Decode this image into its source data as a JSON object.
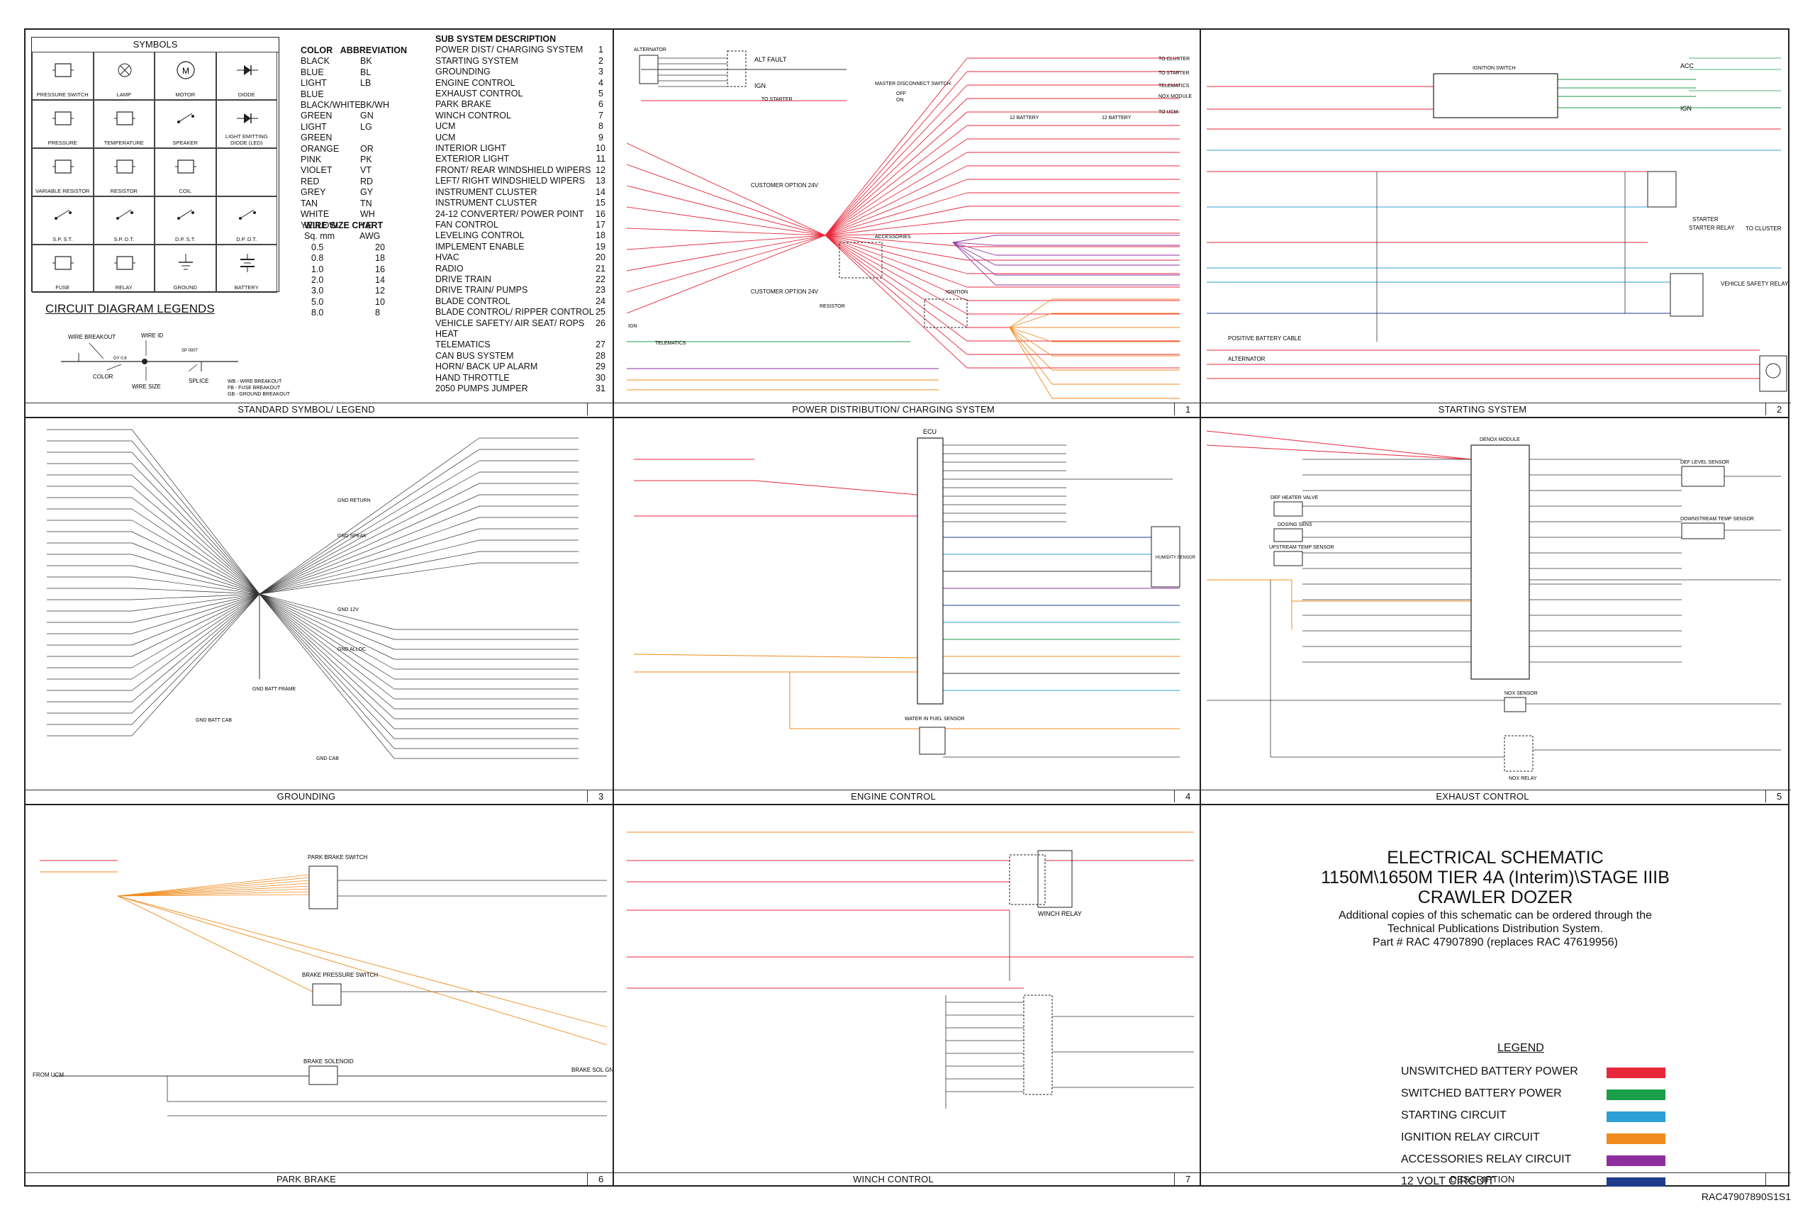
{
  "legend_panel": {
    "symbols_title": "SYMBOLS",
    "symbols": [
      {
        "label": "PRESSURE SWITCH",
        "icon": "pressure-switch-icon"
      },
      {
        "label": "LAMP",
        "icon": "lamp-icon"
      },
      {
        "label": "MOTOR",
        "icon": "motor-icon"
      },
      {
        "label": "DIODE",
        "icon": "diode-icon"
      },
      {
        "label": "PRESSURE",
        "icon": "pressure-icon"
      },
      {
        "label": "TEMPERATURE",
        "icon": "temperature-icon"
      },
      {
        "label": "SPEAKER",
        "icon": "speaker-icon"
      },
      {
        "label": "LIGHT EMITTING DIODE (LED)",
        "icon": "led-icon"
      },
      {
        "label": "VARIABLE RESISTOR",
        "icon": "variable-resistor-icon"
      },
      {
        "label": "RESISTOR",
        "icon": "resistor-icon"
      },
      {
        "label": "COIL",
        "icon": "coil-icon"
      },
      {
        "label": "",
        "icon": "blank"
      },
      {
        "label": "S.P. S.T.",
        "icon": "spst-icon"
      },
      {
        "label": "S.P. D.T.",
        "icon": "spdt-icon"
      },
      {
        "label": "D.P. S.T.",
        "icon": "dpst-icon"
      },
      {
        "label": "D.P. D.T.",
        "icon": "dpdt-icon"
      },
      {
        "label": "FUSE",
        "icon": "fuse-icon"
      },
      {
        "label": "RELAY",
        "icon": "relay-icon"
      },
      {
        "label": "GROUND",
        "icon": "ground-icon"
      },
      {
        "label": "BATTERY",
        "icon": "battery-icon"
      }
    ],
    "color_header": {
      "color": "COLOR",
      "abbr": "ABBREVIATION"
    },
    "colors": [
      [
        "BLACK",
        "BK"
      ],
      [
        "BLUE",
        "BL"
      ],
      [
        "LIGHT BLUE",
        "LB"
      ],
      [
        "BLACK/WHITE",
        "BK/WH"
      ],
      [
        "GREEN",
        "GN"
      ],
      [
        "LIGHT GREEN",
        "LG"
      ],
      [
        "ORANGE",
        "OR"
      ],
      [
        "PINK",
        "PK"
      ],
      [
        "VIOLET",
        "VT"
      ],
      [
        "RED",
        "RD"
      ],
      [
        "GREY",
        "GY"
      ],
      [
        "TAN",
        "TN"
      ],
      [
        "WHITE",
        "WH"
      ],
      [
        "YELLOW",
        "YE"
      ]
    ],
    "wire_size_title": "WIRE SIZE CHART",
    "wire_size_header": {
      "sq": "Sq. mm",
      "awg": "AWG"
    },
    "wire_sizes": [
      [
        "0.5",
        "20"
      ],
      [
        "0.8",
        "18"
      ],
      [
        "1.0",
        "16"
      ],
      [
        "2.0",
        "14"
      ],
      [
        "3.0",
        "12"
      ],
      [
        "5.0",
        "10"
      ],
      [
        "8.0",
        "8"
      ]
    ],
    "subsystem_title": "SUB SYSTEM DESCRIPTION",
    "subsystems": [
      [
        "POWER DIST/ CHARGING SYSTEM",
        "1"
      ],
      [
        "STARTING SYSTEM",
        "2"
      ],
      [
        "GROUNDING",
        "3"
      ],
      [
        "ENGINE CONTROL",
        "4"
      ],
      [
        "EXHAUST CONTROL",
        "5"
      ],
      [
        "PARK BRAKE",
        "6"
      ],
      [
        "WINCH CONTROL",
        "7"
      ],
      [
        "UCM",
        "8"
      ],
      [
        "UCM",
        "9"
      ],
      [
        "INTERIOR LIGHT",
        "10"
      ],
      [
        "EXTERIOR LIGHT",
        "11"
      ],
      [
        "FRONT/ REAR WINDSHIELD WIPERS",
        "12"
      ],
      [
        "LEFT/ RIGHT WINDSHIELD WIPERS",
        "13"
      ],
      [
        "INSTRUMENT CLUSTER",
        "14"
      ],
      [
        "INSTRUMENT CLUSTER",
        "15"
      ],
      [
        "24-12 CONVERTER/ POWER POINT",
        "16"
      ],
      [
        "FAN CONTROL",
        "17"
      ],
      [
        "LEVELING CONTROL",
        "18"
      ],
      [
        "IMPLEMENT ENABLE",
        "19"
      ],
      [
        "HVAC",
        "20"
      ],
      [
        "RADIO",
        "21"
      ],
      [
        "DRIVE TRAIN",
        "22"
      ],
      [
        "DRIVE TRAIN/ PUMPS",
        "23"
      ],
      [
        "BLADE CONTROL",
        "24"
      ],
      [
        "BLADE CONTROL/ RIPPER CONTROL",
        "25"
      ],
      [
        "VEHICLE SAFETY/ AIR SEAT/ ROPS HEAT",
        "26"
      ],
      [
        "TELEMATICS",
        "27"
      ],
      [
        "CAN BUS SYSTEM",
        "28"
      ],
      [
        "HORN/ BACK UP ALARM",
        "29"
      ],
      [
        "HAND THROTTLE",
        "30"
      ],
      [
        "2050 PUMPS JUMPER",
        "31"
      ]
    ],
    "circuit_legends_title": "CIRCUIT DIAGRAM LEGENDS",
    "wire_legend": {
      "wire_breakout": "WIRE BREAKOUT",
      "wire_id": "WIRE ID",
      "color": "COLOR",
      "wire_size": "WIRE SIZE",
      "splice": "SPLICE",
      "sample_wire": "GY 0.8",
      "sample_id": "SP 0007",
      "notes": [
        "WB - WIRE BREAKOUT",
        "FB - FUSE BREAKOUT",
        "GB - GROUND BREAKOUT"
      ]
    }
  },
  "panels": [
    {
      "caption": "STANDARD SYMBOL/ LEGEND",
      "number": ""
    },
    {
      "caption": "POWER DISTRIBUTION/ CHARGING SYSTEM",
      "number": "1"
    },
    {
      "caption": "STARTING SYSTEM",
      "number": "2"
    },
    {
      "caption": "GROUNDING",
      "number": "3"
    },
    {
      "caption": "ENGINE CONTROL",
      "number": "4"
    },
    {
      "caption": "EXHAUST CONTROL",
      "number": "5"
    },
    {
      "caption": "PARK BRAKE",
      "number": "6"
    },
    {
      "caption": "WINCH CONTROL",
      "number": "7"
    },
    {
      "caption": "DESCRIPTION",
      "number": ""
    }
  ],
  "diagram_labels": {
    "power": [
      "ALTERNATOR",
      "ALT FAULT",
      "IGN",
      "TO STARTER",
      "MASTER DISCONNECT SWITCH",
      "OFF",
      "ON",
      "12 BATTERY",
      "12 BATTERY",
      "TO CLUSTER",
      "TO STARTER",
      "TELEMATICS",
      "NOX MODULE",
      "TO UCM",
      "CUSTOMER OPTION 24V",
      "CUSTOMER OPTION 24V",
      "ACCESSORIES",
      "IGNITION",
      "RESISTOR",
      "TELEMATICS",
      "IGN"
    ],
    "starting": [
      "IGNITION SWITCH",
      "ACC",
      "IGN",
      "STARTER",
      "STARTER RELAY",
      "TO CLUSTER",
      "VEHICLE SAFETY RELAY",
      "POSITIVE BATTERY CABLE",
      "ALTERNATOR"
    ],
    "grounding": [
      "GND RETURN",
      "GND SPEAK",
      "GND 12V",
      "GND ALLOC",
      "GND BATT FRAME",
      "GND BATT CAB",
      "GND CAB"
    ],
    "engine": [
      "ECU",
      "HUMIDITY SENSOR",
      "WATER IN FUEL SENSOR"
    ],
    "exhaust": [
      "DENOX MODULE",
      "DEF LEVEL SENSOR",
      "DEF HEATER VALVE",
      "DOSING SENS",
      "UPSTREAM TEMP SENSOR",
      "DOWNSTREAM TEMP SENSOR",
      "NOX SENSOR",
      "NOX RELAY"
    ],
    "park": [
      "PARK BRAKE SWITCH",
      "BRAKE PRESSURE SWITCH",
      "BRAKE SOLENOID",
      "FROM UCM",
      "BRAKE SOL GND"
    ],
    "winch": [
      "WINCH RELAY"
    ]
  },
  "description_panel": {
    "title_lines": [
      "ELECTRICAL SCHEMATIC",
      "1150M\\1650M  TIER 4A (Interim)\\STAGE IIIB",
      "CRAWLER DOZER"
    ],
    "sub_lines": [
      "Additional copies of this schematic can be ordered through the",
      "Technical Publications Distribution System.",
      "Part # RAC 47907890 (replaces RAC 47619956)"
    ],
    "legend_title": "LEGEND",
    "legend": [
      {
        "label": "UNSWITCHED BATTERY POWER",
        "color": "#e8273a"
      },
      {
        "label": "SWITCHED BATTERY POWER",
        "color": "#1a9e4a"
      },
      {
        "label": "STARTING CIRCUIT",
        "color": "#2f9fd8"
      },
      {
        "label": "IGNITION RELAY CIRCUIT",
        "color": "#f08a1c"
      },
      {
        "label": "ACCESSORIES RELAY CIRCUIT",
        "color": "#8e2fa0"
      },
      {
        "label": "12 VOLT CIRCUIT",
        "color": "#1f3b8c"
      }
    ]
  },
  "footer_code": "RAC47907890S1S1"
}
